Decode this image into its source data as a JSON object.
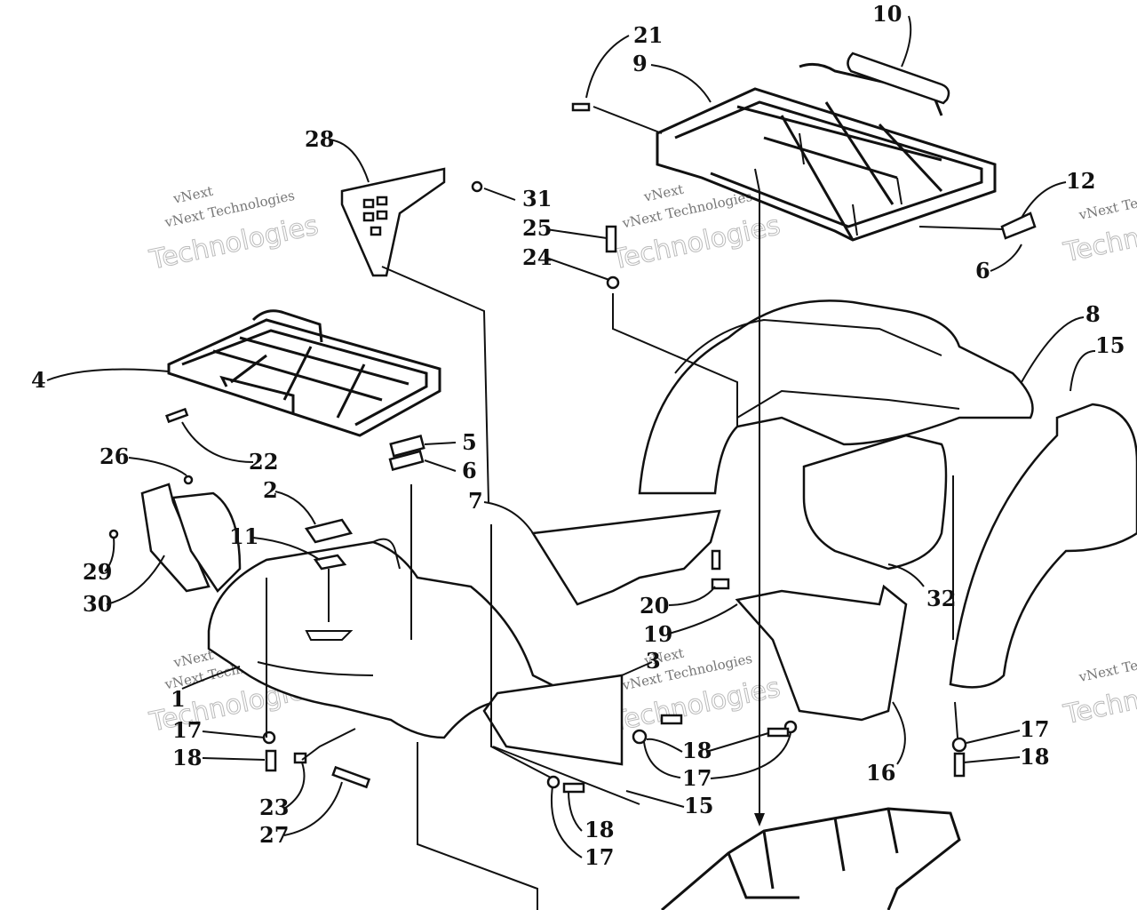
{
  "watermark": {
    "top": "vNext",
    "line": "vNext Technologies",
    "bottom": "Technologies"
  },
  "callouts": [
    {
      "id": "c10",
      "text": "10"
    },
    {
      "id": "c21",
      "text": "21"
    },
    {
      "id": "c9",
      "text": "9"
    },
    {
      "id": "c28",
      "text": "28"
    },
    {
      "id": "c31",
      "text": "31"
    },
    {
      "id": "c25",
      "text": "25"
    },
    {
      "id": "c24",
      "text": "24"
    },
    {
      "id": "c12",
      "text": "12"
    },
    {
      "id": "c6a",
      "text": "6"
    },
    {
      "id": "c8",
      "text": "8"
    },
    {
      "id": "c15a",
      "text": "15"
    },
    {
      "id": "c4",
      "text": "4"
    },
    {
      "id": "c5",
      "text": "5"
    },
    {
      "id": "c6b",
      "text": "6"
    },
    {
      "id": "c22",
      "text": "22"
    },
    {
      "id": "c26",
      "text": "26"
    },
    {
      "id": "c2",
      "text": "2"
    },
    {
      "id": "c7",
      "text": "7"
    },
    {
      "id": "c11",
      "text": "11"
    },
    {
      "id": "c29",
      "text": "29"
    },
    {
      "id": "c30",
      "text": "30"
    },
    {
      "id": "c20",
      "text": "20"
    },
    {
      "id": "c19",
      "text": "19"
    },
    {
      "id": "c32",
      "text": "32"
    },
    {
      "id": "c1",
      "text": "1"
    },
    {
      "id": "c3",
      "text": "3"
    },
    {
      "id": "c17a",
      "text": "17"
    },
    {
      "id": "c18a",
      "text": "18"
    },
    {
      "id": "c18b",
      "text": "18"
    },
    {
      "id": "c17b",
      "text": "17"
    },
    {
      "id": "c16",
      "text": "16"
    },
    {
      "id": "c17c",
      "text": "17"
    },
    {
      "id": "c18c",
      "text": "18"
    },
    {
      "id": "c23",
      "text": "23"
    },
    {
      "id": "c27",
      "text": "27"
    },
    {
      "id": "c15b",
      "text": "15"
    },
    {
      "id": "c18d",
      "text": "18"
    },
    {
      "id": "c17d",
      "text": "17"
    }
  ]
}
